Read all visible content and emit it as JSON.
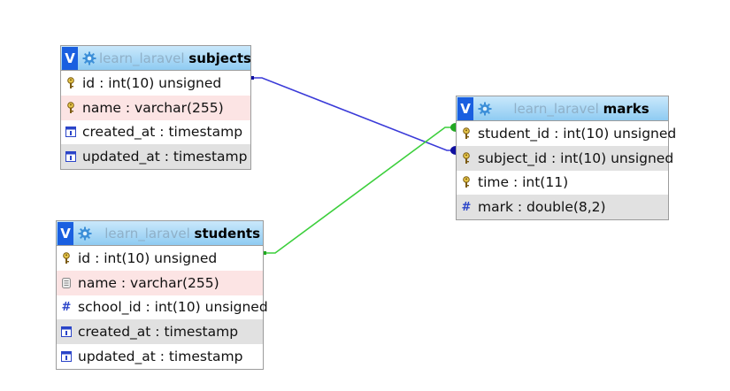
{
  "colors": {
    "header_gradient_top": "#c9e8fb",
    "header_gradient_bottom": "#8fcbf2",
    "toggle_bg": "#1a5fe0",
    "db_name": "#8fb0c8",
    "relation_blue": "#3a3ad8",
    "relation_green": "#3ccf3c",
    "row_pink": "#fce4e4",
    "row_gray": "#e1e1e1"
  },
  "tables": {
    "subjects": {
      "toggle_label": "V",
      "db": "learn_laravel",
      "name": "subjects",
      "columns": [
        {
          "text": "id : int(10) unsigned",
          "icon": "key-icon"
        },
        {
          "text": "name : varchar(255)",
          "icon": "key-icon"
        },
        {
          "text": "created_at : timestamp",
          "icon": "timestamp-icon"
        },
        {
          "text": "updated_at : timestamp",
          "icon": "timestamp-icon"
        }
      ]
    },
    "students": {
      "toggle_label": "V",
      "db": "learn_laravel",
      "name": "students",
      "columns": [
        {
          "text": "id : int(10) unsigned",
          "icon": "key-icon"
        },
        {
          "text": "name : varchar(255)",
          "icon": "text-field-icon"
        },
        {
          "text": "school_id : int(10) unsigned",
          "icon": "number-icon"
        },
        {
          "text": "created_at : timestamp",
          "icon": "timestamp-icon"
        },
        {
          "text": "updated_at : timestamp",
          "icon": "timestamp-icon"
        }
      ]
    },
    "marks": {
      "toggle_label": "V",
      "db": "learn_laravel",
      "name": "marks",
      "columns": [
        {
          "text": "student_id : int(10) unsigned",
          "icon": "key-icon"
        },
        {
          "text": "subject_id : int(10) unsigned",
          "icon": "key-icon"
        },
        {
          "text": "time : int(11)",
          "icon": "key-icon"
        },
        {
          "text": "mark : double(8,2)",
          "icon": "number-icon"
        }
      ]
    }
  },
  "relations": [
    {
      "from": "subjects.id",
      "to": "marks.subject_id",
      "color": "#3a3ad8"
    },
    {
      "from": "students.id",
      "to": "marks.student_id",
      "color": "#3ccf3c"
    }
  ]
}
